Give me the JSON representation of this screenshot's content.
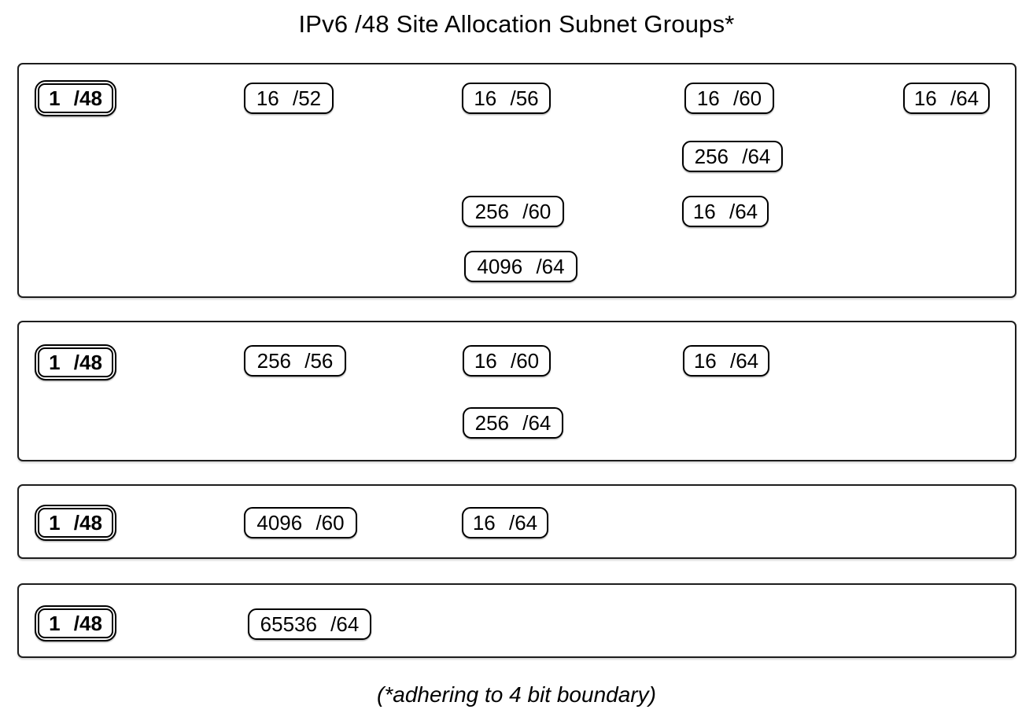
{
  "title": "IPv6 /48 Site Allocation Subnet Groups*",
  "footnote": "(*adhering to 4 bit boundary)",
  "colors": {
    "ink": "#000000",
    "background": "#ffffff",
    "group_border": "#1d1d1d"
  },
  "groups": [
    {
      "name": "allocation-group-1",
      "nodes": [
        {
          "label": "1 /48",
          "root": true
        },
        {
          "label": "16 /52"
        },
        {
          "label": "16 /56"
        },
        {
          "label": "16 /60"
        },
        {
          "label": "16 /64"
        },
        {
          "label": "256 /64"
        },
        {
          "label": "256 /60"
        },
        {
          "label": "16 /64"
        },
        {
          "label": "4096 /64"
        }
      ],
      "edges": [
        {
          "from": "1 /48",
          "to": "16 /52"
        },
        {
          "from": "16 /52",
          "to": "16 /56"
        },
        {
          "from": "16 /56",
          "to": "16 /60"
        },
        {
          "from": "16 /60",
          "to": "16 /64"
        },
        {
          "from": "16 /56",
          "to": "256 /64"
        },
        {
          "from": "16 /52",
          "to": "256 /60"
        },
        {
          "from": "16 /52",
          "to": "4096 /64"
        },
        {
          "from": "256 /60",
          "to": "16 /64"
        }
      ]
    },
    {
      "name": "allocation-group-2",
      "nodes": [
        {
          "label": "1 /48",
          "root": true
        },
        {
          "label": "256 /56"
        },
        {
          "label": "16 /60"
        },
        {
          "label": "16 /64"
        },
        {
          "label": "256 /64"
        }
      ],
      "edges": [
        {
          "from": "1 /48",
          "to": "256 /56"
        },
        {
          "from": "256 /56",
          "to": "16 /60"
        },
        {
          "from": "16 /60",
          "to": "16 /64"
        },
        {
          "from": "256 /56",
          "to": "256 /64"
        }
      ]
    },
    {
      "name": "allocation-group-3",
      "nodes": [
        {
          "label": "1 /48",
          "root": true
        },
        {
          "label": "4096 /60"
        },
        {
          "label": "16 /64"
        }
      ],
      "edges": [
        {
          "from": "1 /48",
          "to": "4096 /60"
        },
        {
          "from": "4096 /60",
          "to": "16 /64"
        }
      ]
    },
    {
      "name": "allocation-group-4",
      "nodes": [
        {
          "label": "1 /48",
          "root": true
        },
        {
          "label": "65536 /64"
        }
      ],
      "edges": [
        {
          "from": "1 /48",
          "to": "65536 /64"
        }
      ]
    }
  ]
}
